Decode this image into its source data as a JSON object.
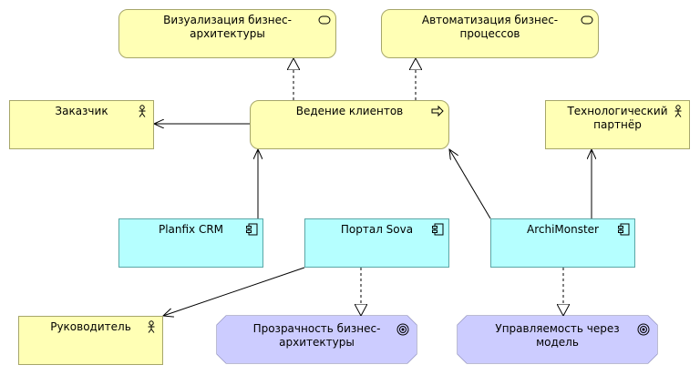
{
  "nodes": {
    "viz": {
      "label": "Визуализация бизнес-\nархитектуры",
      "type": "service",
      "icon": "business-service-icon"
    },
    "automation": {
      "label": "Автоматизация бизнес-\nпроцессов",
      "type": "service",
      "icon": "business-service-icon"
    },
    "customer": {
      "label": "Заказчик",
      "type": "actor",
      "icon": "actor-icon"
    },
    "clients": {
      "label": "Ведение клиентов",
      "type": "process",
      "icon": "process-arrow-icon"
    },
    "partner": {
      "label": "Технологический\nпартнёр",
      "type": "actor",
      "icon": "actor-icon"
    },
    "planfix": {
      "label": "Planfix CRM",
      "type": "application",
      "icon": "component-icon"
    },
    "sova": {
      "label": "Портал Sova",
      "type": "application",
      "icon": "component-icon"
    },
    "archi": {
      "label": "ArchiMonster",
      "type": "application",
      "icon": "component-icon"
    },
    "manager": {
      "label": "Руководитель",
      "type": "actor",
      "icon": "actor-icon"
    },
    "transparency": {
      "label": "Прозрачность бизнес-\nархитектуры",
      "type": "goal",
      "icon": "goal-target-icon"
    },
    "manageability": {
      "label": "Управляемость через\nмодель",
      "type": "goal",
      "icon": "goal-target-icon"
    }
  },
  "edges": [
    {
      "from": "clients",
      "to": "viz",
      "kind": "realization"
    },
    {
      "from": "clients",
      "to": "automation",
      "kind": "realization"
    },
    {
      "from": "clients",
      "to": "customer",
      "kind": "serving"
    },
    {
      "from": "planfix",
      "to": "clients",
      "kind": "serving"
    },
    {
      "from": "archi",
      "to": "clients",
      "kind": "serving"
    },
    {
      "from": "archi",
      "to": "partner",
      "kind": "serving"
    },
    {
      "from": "sova",
      "to": "manager",
      "kind": "serving"
    },
    {
      "from": "sova",
      "to": "transparency",
      "kind": "realization"
    },
    {
      "from": "archi",
      "to": "manageability",
      "kind": "realization"
    }
  ]
}
